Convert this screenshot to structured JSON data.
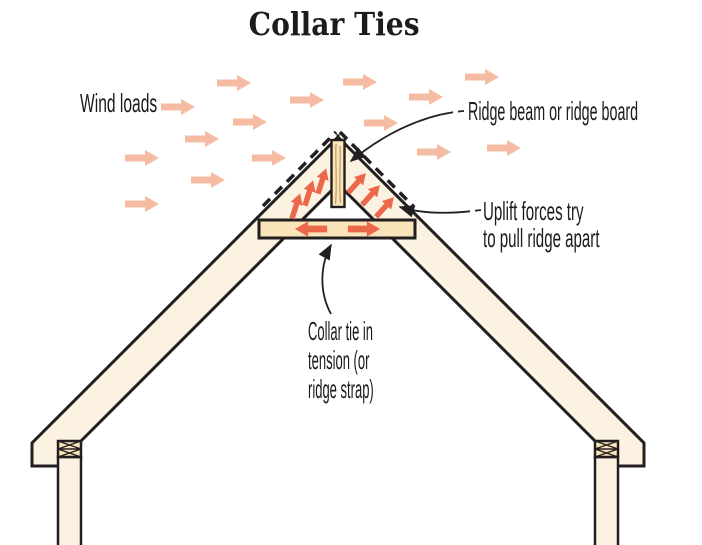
{
  "title": "Collar Ties",
  "labels": {
    "wind_loads": "Wind loads",
    "ridge_beam": "Ridge beam or ridge board",
    "uplift_line1": "Uplift forces try",
    "uplift_line2": "to pull ridge apart",
    "collar_line1": "Collar tie in",
    "collar_line2": "tension (or",
    "collar_line3": "ridge strap)"
  },
  "colors": {
    "cream_lumber": "#fcf2e2",
    "tan_lumber": "#fae4ba",
    "wind_arrow_salmon": "#f6bca3",
    "force_arrow_orange": "#eb684b",
    "outline_ink": "#231f20"
  },
  "icons": {
    "wind_arrow": "block-arrow-right",
    "uplift_arrow": "block-arrow-diagonal-up",
    "tension_arrow": "block-arrow-horizontal",
    "leader_arrowhead": "solid-triangle"
  }
}
